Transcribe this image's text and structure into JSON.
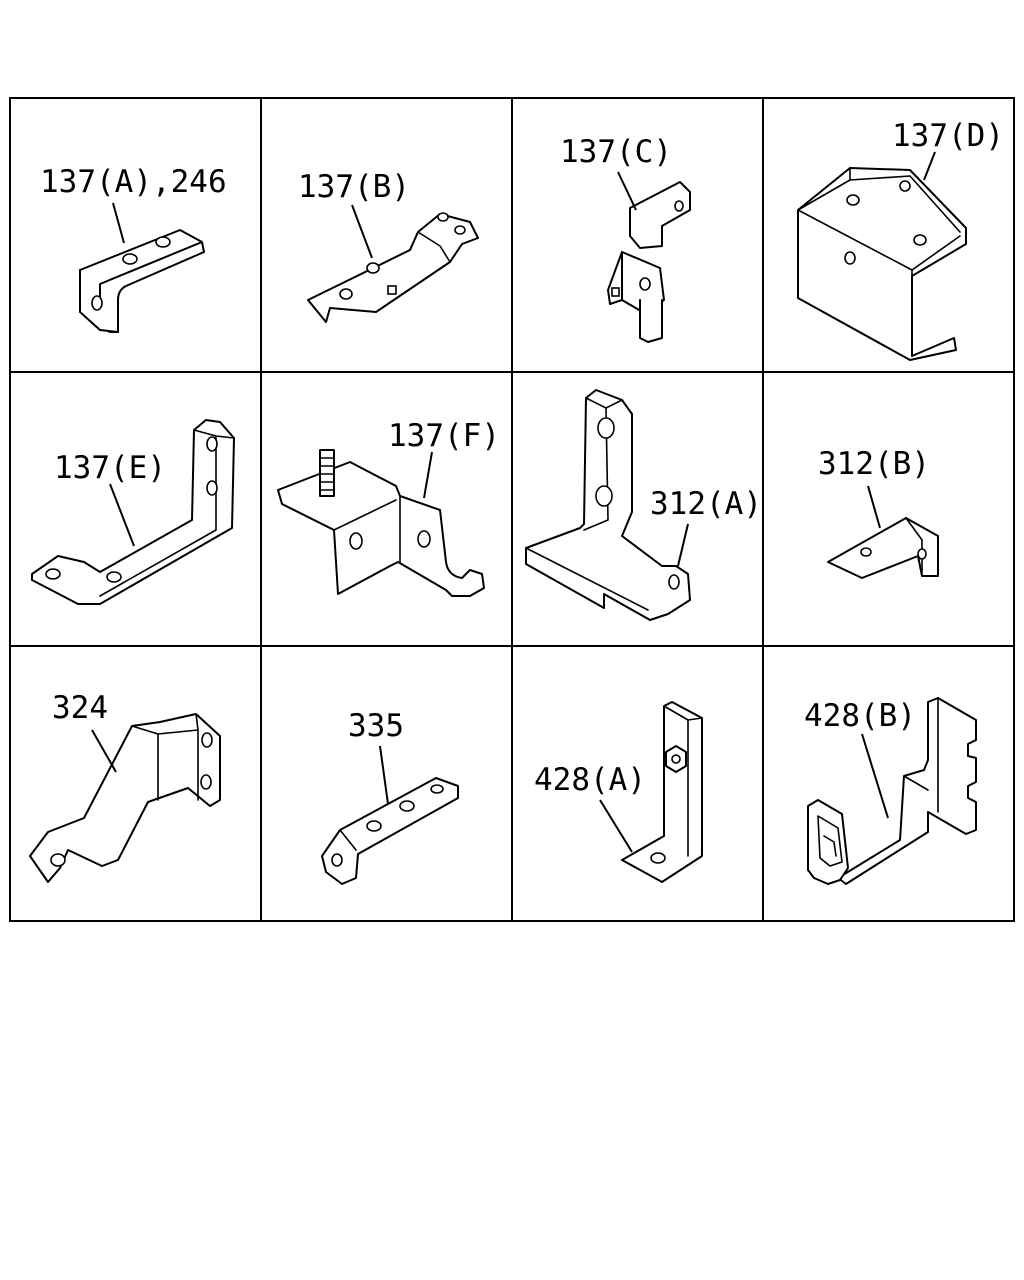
{
  "cells": [
    {
      "id": "137a",
      "label": "137(A),246"
    },
    {
      "id": "137b",
      "label": "137(B)"
    },
    {
      "id": "137c",
      "label": "137(C)"
    },
    {
      "id": "137d",
      "label": "137(D)"
    },
    {
      "id": "137e",
      "label": "137(E)"
    },
    {
      "id": "137f",
      "label": "137(F)"
    },
    {
      "id": "312a",
      "label": "312(A)"
    },
    {
      "id": "312b",
      "label": "312(B)"
    },
    {
      "id": "324",
      "label": "324"
    },
    {
      "id": "335",
      "label": "335"
    },
    {
      "id": "428a",
      "label": "428(A)"
    },
    {
      "id": "428b",
      "label": "428(B)"
    }
  ]
}
